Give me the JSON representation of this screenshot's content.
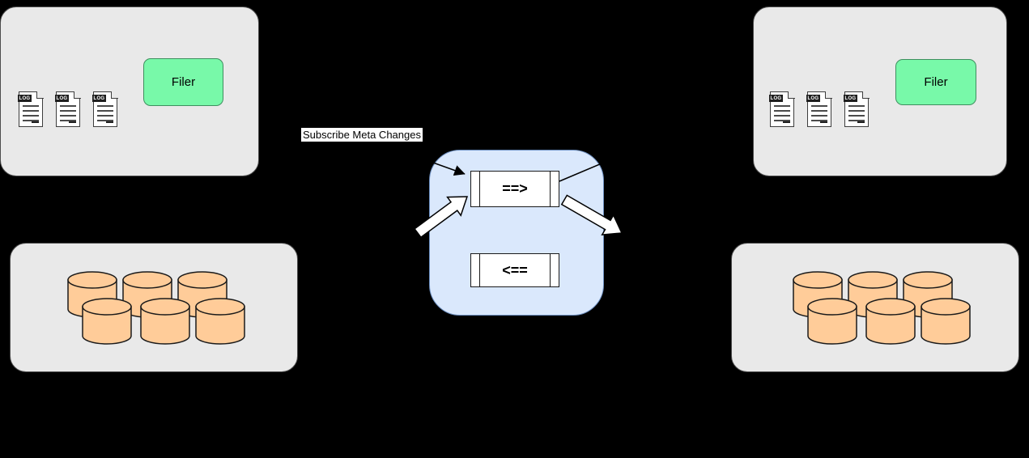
{
  "diagram": {
    "subscribe_label": "Subscribe Meta Changes",
    "queue_forward_label": "==>",
    "queue_backward_label": "<==",
    "filer_label": "Filer",
    "log_label": "LOG"
  },
  "colors": {
    "background": "#000000",
    "container_fill": "#e9e9e9",
    "container_border": "#4d4d4d",
    "filer_fill": "#78f9a9",
    "filer_border": "#3f8f5f",
    "blue_fill": "#dae8fc",
    "blue_border": "#6c8ebf",
    "queue_fill": "#ffffff",
    "queue_border": "#1a1a1a",
    "cylinder_fill": "#ffcc99",
    "cylinder_border": "#1a1a1a",
    "doc_fill": "#ffffff",
    "doc_border": "#3d3d3d",
    "arrow_color": "#000000",
    "arrow_block_fill": "#ffffff",
    "label_bg": "#ffffff",
    "label_text": "#000000"
  }
}
